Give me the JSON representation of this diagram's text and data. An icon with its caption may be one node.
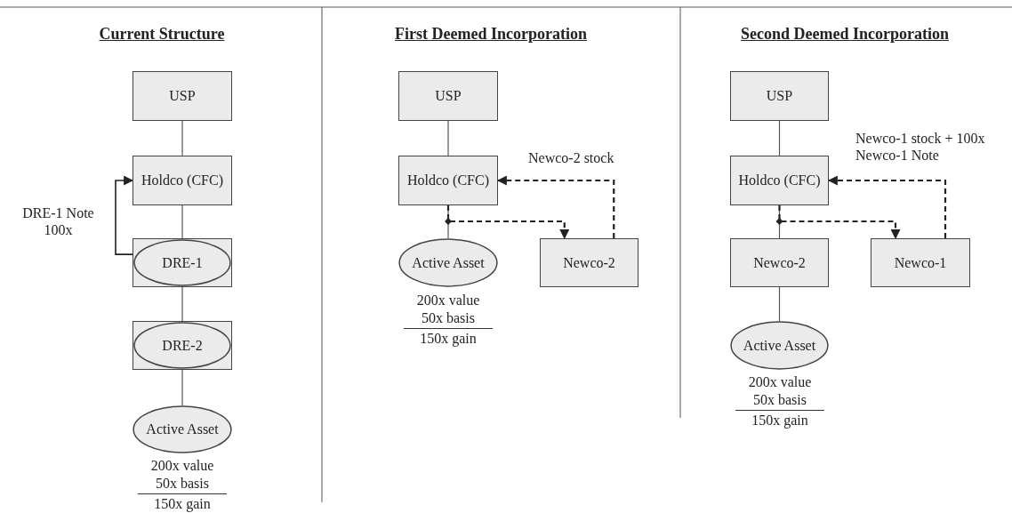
{
  "diagram": {
    "nodes": [
      {
        "text": [
          "USP"
        ]
      },
      {
        "text": [
          "Holdco (CFC)"
        ]
      },
      {
        "text": [
          "DRE-1"
        ]
      },
      {
        "text": [
          "DRE-2"
        ]
      },
      {
        "text": [
          "Active Asset"
        ],
        "beside": [
          "200x value",
          "50x basis",
          "150x gain"
        ]
      },
      {
        "text": [
          "USP"
        ]
      },
      {
        "text": [
          "Holdco (CFC)"
        ]
      },
      {
        "text": [
          "Active Asset"
        ],
        "beside": [
          "200x value",
          "50x basis",
          "150x gain"
        ]
      },
      {
        "text": [
          "Newco-2"
        ]
      },
      {
        "text": [
          "USP"
        ]
      },
      {
        "text": [
          "Holdco (CFC)"
        ]
      },
      {
        "text": [
          "Newco-2"
        ]
      },
      {
        "text": [
          "Newco-1"
        ]
      },
      {
        "text": [
          "Active Asset"
        ],
        "beside": [
          "200x value",
          "50x basis",
          "150x gain"
        ]
      }
    ],
    "edges": [
      {
        "from": 0,
        "to": 1,
        "arrow": "none"
      },
      {
        "from": 1,
        "to": 2,
        "arrow": "none"
      },
      {
        "from": 2,
        "to": 3,
        "arrow": "none"
      },
      {
        "from": 3,
        "to": 4,
        "arrow": "none"
      },
      {
        "from": 2,
        "to": 1,
        "arrow": "to",
        "label": "DRE-1 Note 100x"
      },
      {
        "from": 5,
        "to": 6,
        "arrow": "none"
      },
      {
        "from": 6,
        "to": 7,
        "arrow": "none"
      },
      {
        "from": 6,
        "to": 8,
        "arrow": "to",
        "style": "dashed"
      },
      {
        "from": 8,
        "to": 6,
        "arrow": "to",
        "style": "dashed",
        "label": "Newco-2 stock"
      },
      {
        "from": 9,
        "to": 10,
        "arrow": "none"
      },
      {
        "from": 10,
        "to": 11,
        "arrow": "none"
      },
      {
        "from": 11,
        "to": 13,
        "arrow": "none"
      },
      {
        "from": 10,
        "to": 12,
        "arrow": "to",
        "style": "dashed"
      },
      {
        "from": 12,
        "to": 10,
        "arrow": "to",
        "style": "dashed",
        "label": "Newco-1 stock + 100x Newco-1 Note"
      }
    ],
    "labels": [
      "Current Structure",
      "First Deemed Incorporation",
      "Second Deemed Incorporation"
    ]
  }
}
